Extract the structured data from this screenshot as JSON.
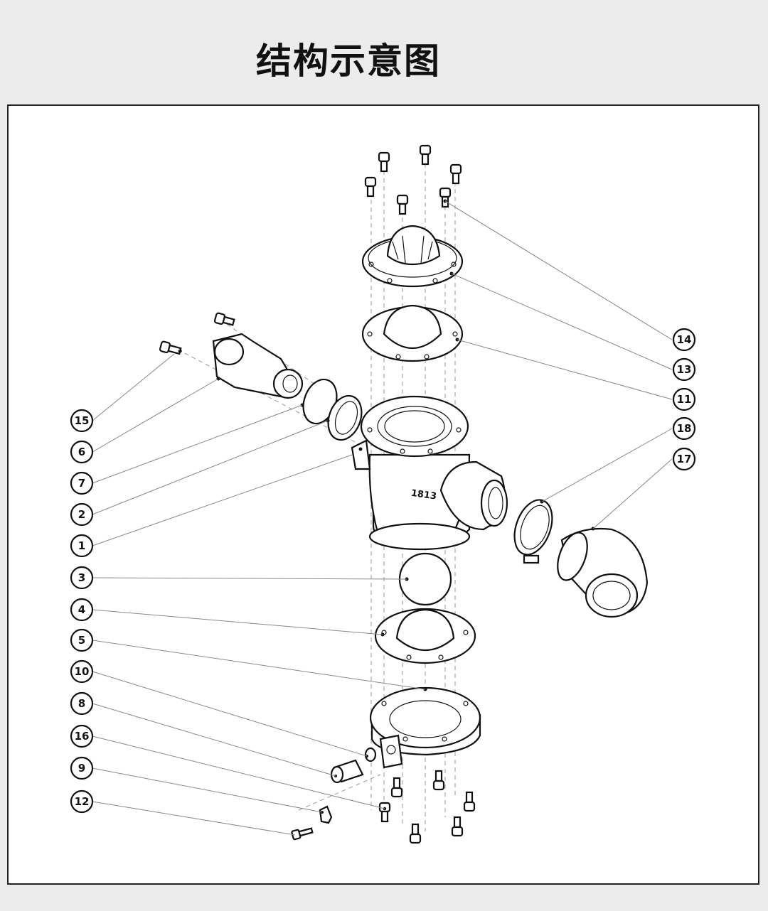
{
  "title": "结构示意图",
  "body_marking": "1813",
  "callouts": {
    "c1": "1",
    "c2": "2",
    "c3": "3",
    "c4": "4",
    "c5": "5",
    "c6": "6",
    "c7": "7",
    "c8": "8",
    "c9": "9",
    "c10": "10",
    "c11": "11",
    "c12": "12",
    "c13": "13",
    "c14": "14",
    "c15": "15",
    "c16": "16",
    "c17": "17",
    "c18": "18"
  }
}
